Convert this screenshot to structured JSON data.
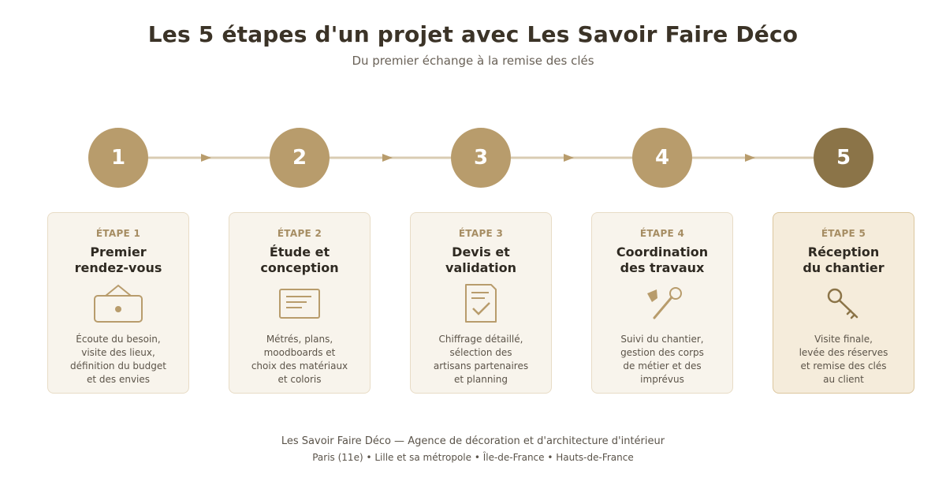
{
  "header": {
    "title": "Les 5 étapes d'un projet avec Les Savoir Faire Déco",
    "subtitle": "Du premier échange à la remise des clés"
  },
  "colors": {
    "accent": "#b89c6c",
    "accent_dark": "#8b7448",
    "card_bg": "#f8f4ec",
    "card_bg_final": "#f5ecdb",
    "text_dark": "#3b3327"
  },
  "steps": [
    {
      "number": "1",
      "label": "ÉTAPE 1",
      "title_line1": "Premier",
      "title_line2": "rendez-vous",
      "icon": "meeting-sign-icon",
      "desc": [
        "Écoute du besoin,",
        "visite des lieux,",
        "définition du budget",
        "et des envies"
      ]
    },
    {
      "number": "2",
      "label": "ÉTAPE 2",
      "title_line1": "Étude et",
      "title_line2": "conception",
      "icon": "blueprint-icon",
      "desc": [
        "Métrés, plans,",
        "moodboards et",
        "choix des matériaux",
        "et coloris"
      ]
    },
    {
      "number": "3",
      "label": "ÉTAPE 3",
      "title_line1": "Devis et",
      "title_line2": "validation",
      "icon": "checked-document-icon",
      "desc": [
        "Chiffrage détaillé,",
        "sélection des",
        "artisans partenaires",
        "et planning"
      ]
    },
    {
      "number": "4",
      "label": "ÉTAPE 4",
      "title_line1": "Coordination",
      "title_line2": "des travaux",
      "icon": "trowel-tool-icon",
      "desc": [
        "Suivi du chantier,",
        "gestion des corps",
        "de métier et des",
        "imprévus"
      ]
    },
    {
      "number": "5",
      "label": "ÉTAPE 5",
      "title_line1": "Réception",
      "title_line2": "du chantier",
      "icon": "key-icon",
      "desc": [
        "Visite finale,",
        "levée des réserves",
        "et remise des clés",
        "au client"
      ]
    }
  ],
  "footer": {
    "line1": "Les Savoir Faire Déco — Agence de décoration et d'architecture d'intérieur",
    "line2": "Paris (11e) • Lille et sa métropole • Île-de-France • Hauts-de-France"
  }
}
